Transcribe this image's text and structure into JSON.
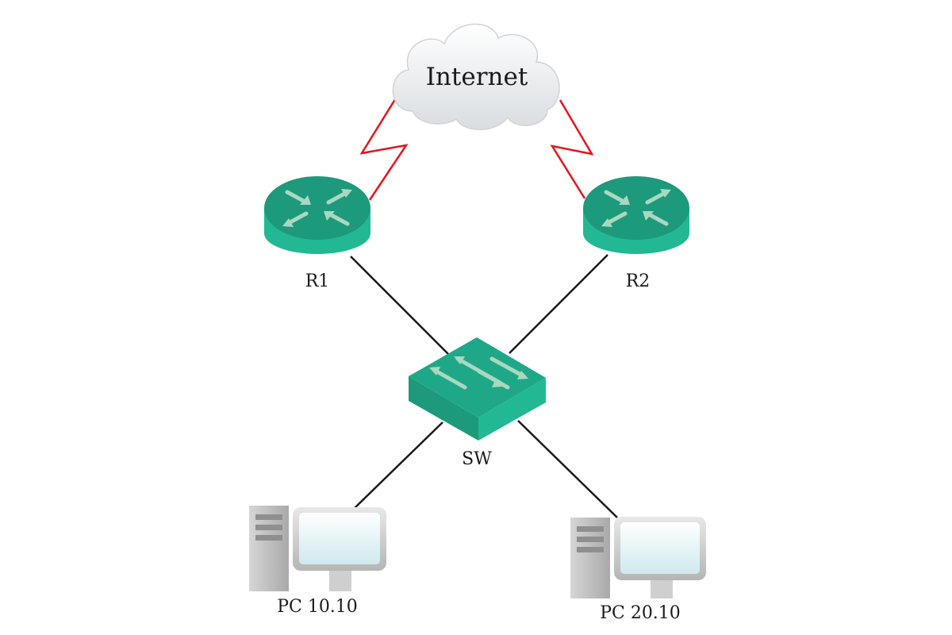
{
  "diagram": {
    "cloud": {
      "label": "Internet"
    },
    "routers": [
      {
        "label": "R1"
      },
      {
        "label": "R2"
      }
    ],
    "switch": {
      "label": "SW"
    },
    "pcs": [
      {
        "label": "PC 10.10"
      },
      {
        "label": "PC 20.10"
      }
    ],
    "colors": {
      "wan_link": "#e8141b",
      "lan_link": "#1a1a1a",
      "device_top": "#1c9a7b",
      "device_side": "#22b894",
      "arrow": "#a9d8c0",
      "monitor_bezel": "#c9c9c9",
      "screen": "#e4f5f8",
      "tower": "#bdbdbd"
    }
  }
}
